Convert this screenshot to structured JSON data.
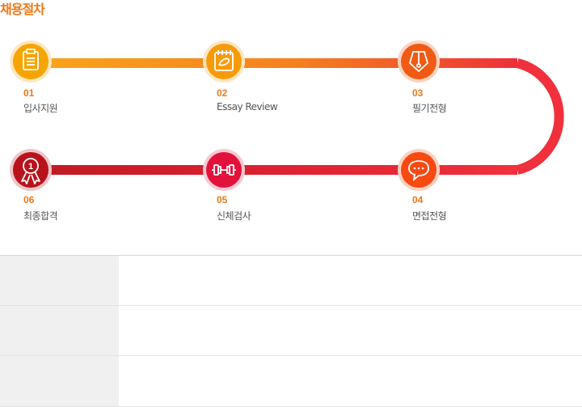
{
  "title": "채용절차",
  "steps": [
    {
      "num": "01",
      "label": "입사지원",
      "icon": "clipboard-icon",
      "color": "#f7a400"
    },
    {
      "num": "02",
      "label": "Essay Review",
      "icon": "notepad-icon",
      "color": "#f79b0a"
    },
    {
      "num": "03",
      "label": "필기전형",
      "icon": "pen-nib-icon",
      "color": "#f05a14"
    },
    {
      "num": "04",
      "label": "면접전형",
      "icon": "speech-bubble-icon",
      "color": "#f64a12"
    },
    {
      "num": "05",
      "label": "신체검사",
      "icon": "dumbbell-icon",
      "color": "#e2123c"
    },
    {
      "num": "06",
      "label": "최종합격",
      "icon": "award-ribbon-icon",
      "color": "#b8131c"
    }
  ],
  "award_badge_number": "1",
  "table": {
    "rows": [
      {
        "head": "",
        "value": ""
      },
      {
        "head": "",
        "value": ""
      },
      {
        "head": "",
        "value": ""
      }
    ]
  }
}
